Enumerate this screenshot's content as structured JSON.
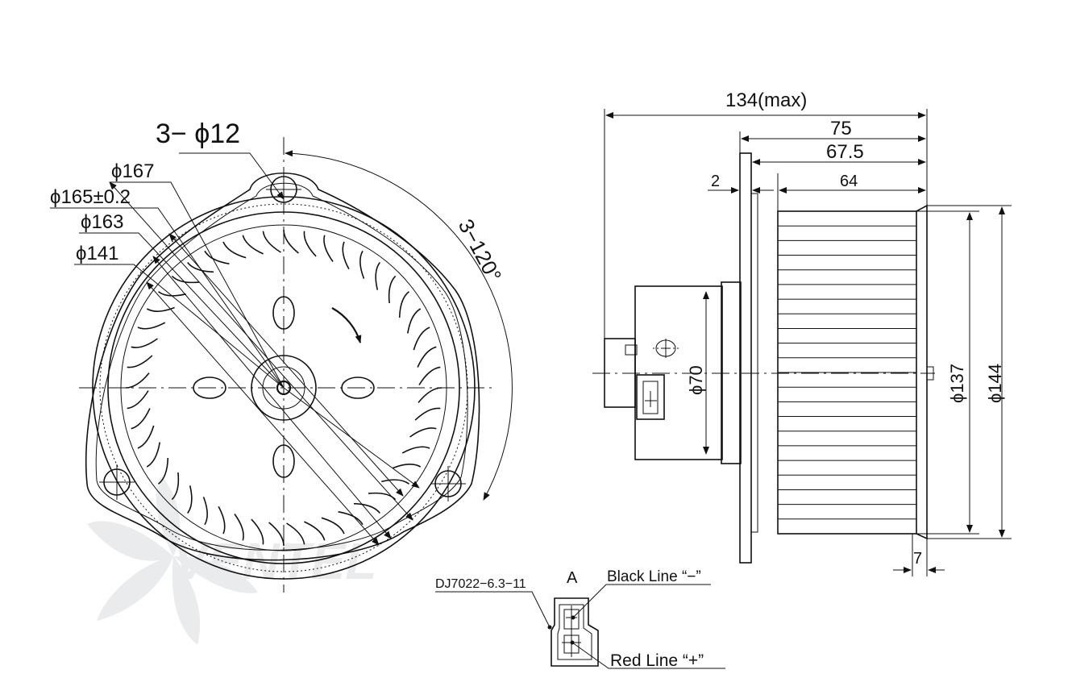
{
  "front_view": {
    "hole_callout": "3− ϕ12",
    "dia_167": "ϕ167",
    "dia_165": "ϕ165±0.2",
    "dia_163": "ϕ163",
    "dia_141": "ϕ141",
    "angle_callout": "3−120°"
  },
  "side_view": {
    "overall_length": "134(max)",
    "length_75": "75",
    "length_67_5": "67.5",
    "length_64": "64",
    "flange_thickness": "2",
    "motor_dia": "ϕ70",
    "wheel_dia_137": "ϕ137",
    "wheel_dia_144": "ϕ144",
    "hub_offset": "7"
  },
  "connector": {
    "view_label": "A",
    "part_number": "DJ7022−6.3−11",
    "black_line": "Black Line “−”",
    "red_line": "Red Line “+”"
  },
  "watermark": {
    "brand": "VENTEL"
  },
  "colors": {
    "line": "#111111",
    "watermark": "#d9dce0"
  }
}
